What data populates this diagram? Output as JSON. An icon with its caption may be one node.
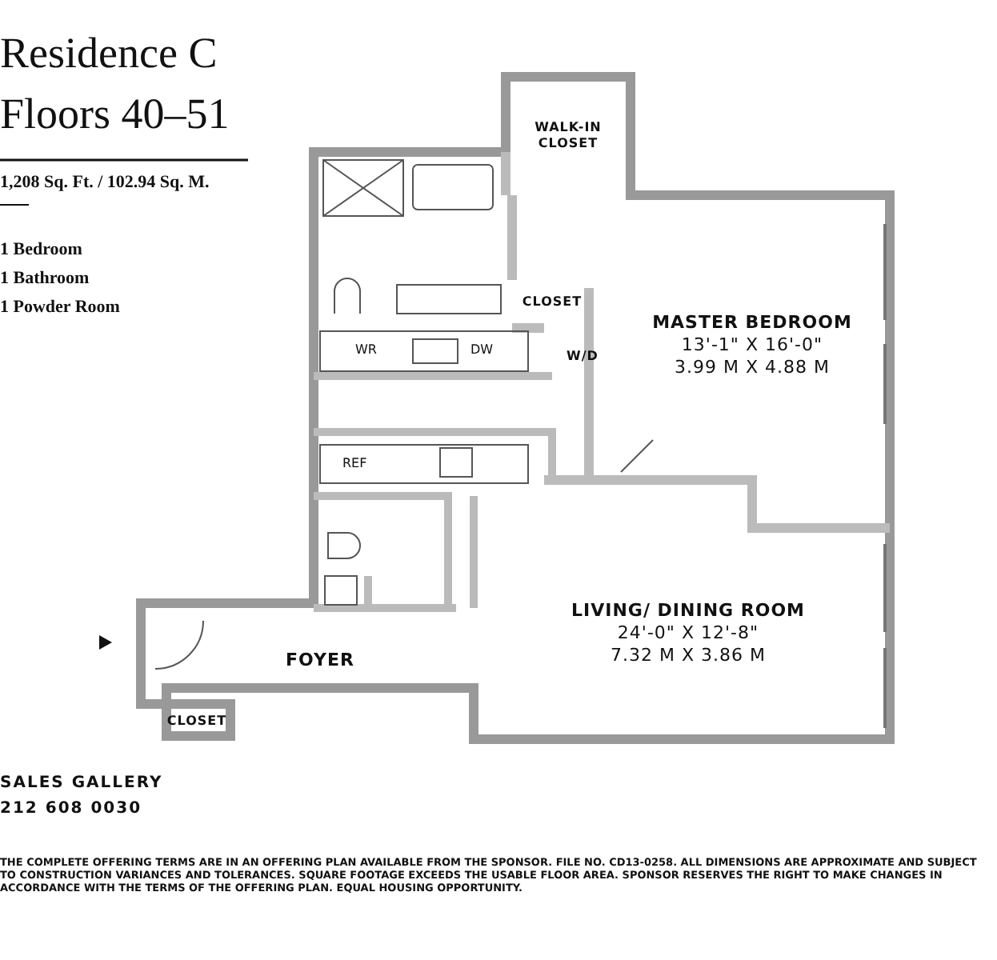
{
  "diagram": {
    "title": "Residence C Floors 40–51",
    "nodes": [
      {
        "text": [
          "WALK-IN CLOSET"
        ]
      },
      {
        "text": [
          "CLOSET"
        ]
      },
      {
        "text": [
          "W/D"
        ]
      },
      {
        "text": [
          "MASTER BEDROOM",
          "13'-1\" X 16'-0\"",
          "3.99 M X 4.88 M"
        ]
      },
      {
        "text": [
          "LIVING/ DINING ROOM",
          "24'-0\" X 12'-8\"",
          "7.32 M X 3.86 M"
        ]
      },
      {
        "text": [
          "FOYER"
        ]
      },
      {
        "text": [
          "CLOSET"
        ]
      }
    ],
    "labels": [
      "1,208 Sq. Ft. / 102.94 Sq. M.",
      "1 Bedroom",
      "1 Bathroom",
      "1 Powder Room",
      "WR",
      "DW",
      "REF",
      "SALES GALLERY",
      "212 608 0030",
      "THE COMPLETE OFFERING TERMS ARE IN AN OFFERING PLAN AVAILABLE FROM THE SPONSOR. FILE NO. CD13-0258. ALL DIMENSIONS ARE APPROXIMATE AND SUBJECT TO CONSTRUCTION VARIANCES AND TOLERANCES. SQUARE FOOTAGE EXCEEDS THE USABLE FLOOR AREA. SPONSOR RESERVES THE RIGHT TO MAKE CHANGES IN ACCORDANCE WITH THE TERMS OF THE OFFERING PLAN. EQUAL HOUSING OPPORTUNITY."
    ]
  }
}
